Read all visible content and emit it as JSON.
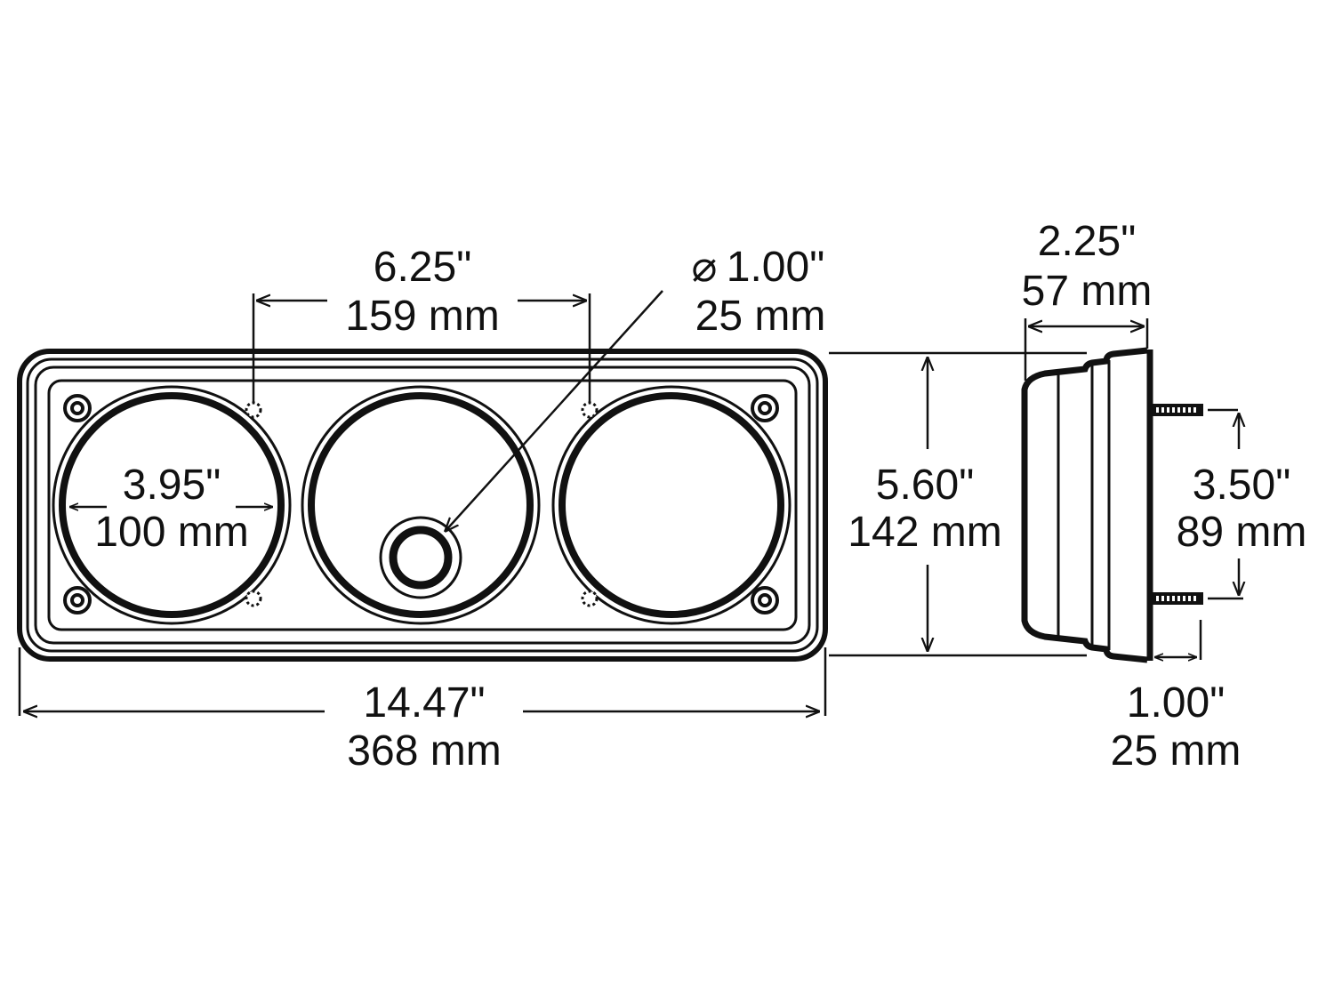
{
  "dimensions": {
    "hole_spacing": {
      "in": "6.25\"",
      "mm": "159 mm"
    },
    "small_lens_diameter": {
      "symbol": "⌀",
      "in": "1.00\"",
      "mm": "25 mm"
    },
    "lens_diameter": {
      "in": "3.95\"",
      "mm": "100 mm"
    },
    "height": {
      "in": "5.60\"",
      "mm": "142 mm"
    },
    "depth": {
      "in": "2.25\"",
      "mm": "57 mm"
    },
    "stud_spacing": {
      "in": "3.50\"",
      "mm": "89 mm"
    },
    "width": {
      "in": "14.47\"",
      "mm": "368 mm"
    },
    "stud_length": {
      "in": "1.00\"",
      "mm": "25 mm"
    }
  },
  "colors": {
    "ink": "#111111",
    "background": "#ffffff"
  }
}
